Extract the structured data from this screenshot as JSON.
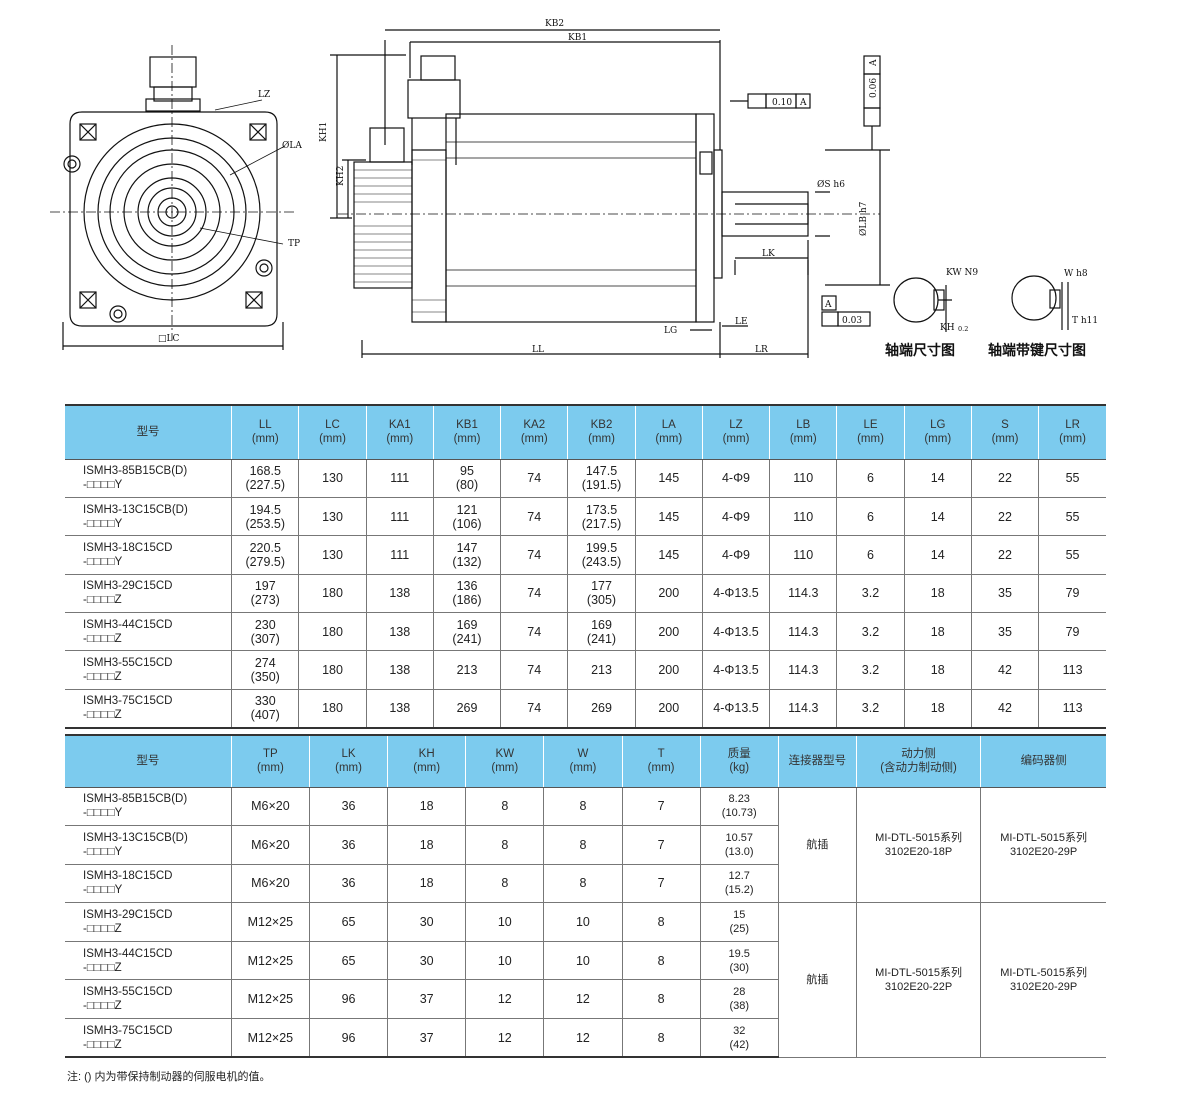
{
  "drawing": {
    "labels": [
      "LZ",
      "ØLA",
      "TP",
      "□LC",
      "KB2",
      "KB1",
      "KH1",
      "KH2",
      "0.10",
      "A",
      "0.06",
      "A",
      "ØS h6",
      "ØLB h7",
      "LK",
      "LL",
      "LG",
      "LE",
      "LR",
      "A",
      "0.03",
      "KW N9",
      "KH",
      "0.2",
      "W h8",
      "T h11"
    ],
    "caption_left": "轴端尺寸图",
    "caption_right": "轴端带键尺寸图"
  },
  "table1": {
    "headers": [
      {
        "n": "型号",
        "u": ""
      },
      {
        "n": "LL",
        "u": "(mm)"
      },
      {
        "n": "LC",
        "u": "(mm)"
      },
      {
        "n": "KA1",
        "u": "(mm)"
      },
      {
        "n": "KB1",
        "u": "(mm)"
      },
      {
        "n": "KA2",
        "u": "(mm)"
      },
      {
        "n": "KB2",
        "u": "(mm)"
      },
      {
        "n": "LA",
        "u": "(mm)"
      },
      {
        "n": "LZ",
        "u": "(mm)"
      },
      {
        "n": "LB",
        "u": "(mm)"
      },
      {
        "n": "LE",
        "u": "(mm)"
      },
      {
        "n": "LG",
        "u": "(mm)"
      },
      {
        "n": "S",
        "u": "(mm)"
      },
      {
        "n": "LR",
        "u": "(mm)"
      }
    ],
    "rows": [
      {
        "model": [
          "ISMH3-85B15CB(D)",
          "-□□□□Y"
        ],
        "cells": [
          [
            "168.5",
            "(227.5)"
          ],
          [
            "130"
          ],
          [
            "111"
          ],
          [
            "95",
            "(80)"
          ],
          [
            "74"
          ],
          [
            "147.5",
            "(191.5)"
          ],
          [
            "145"
          ],
          [
            "4-Φ9"
          ],
          [
            "110"
          ],
          [
            "6"
          ],
          [
            "14"
          ],
          [
            "22"
          ],
          [
            "55"
          ]
        ]
      },
      {
        "model": [
          "ISMH3-13C15CB(D)",
          "-□□□□Y"
        ],
        "cells": [
          [
            "194.5",
            "(253.5)"
          ],
          [
            "130"
          ],
          [
            "111"
          ],
          [
            "121",
            "(106)"
          ],
          [
            "74"
          ],
          [
            "173.5",
            "(217.5)"
          ],
          [
            "145"
          ],
          [
            "4-Φ9"
          ],
          [
            "110"
          ],
          [
            "6"
          ],
          [
            "14"
          ],
          [
            "22"
          ],
          [
            "55"
          ]
        ]
      },
      {
        "model": [
          "ISMH3-18C15CD",
          "-□□□□Y"
        ],
        "cells": [
          [
            "220.5",
            "(279.5)"
          ],
          [
            "130"
          ],
          [
            "111"
          ],
          [
            "147",
            "(132)"
          ],
          [
            "74"
          ],
          [
            "199.5",
            "(243.5)"
          ],
          [
            "145"
          ],
          [
            "4-Φ9"
          ],
          [
            "110"
          ],
          [
            "6"
          ],
          [
            "14"
          ],
          [
            "22"
          ],
          [
            "55"
          ]
        ]
      },
      {
        "model": [
          "ISMH3-29C15CD",
          "-□□□□Z"
        ],
        "cells": [
          [
            "197",
            "(273)"
          ],
          [
            "180"
          ],
          [
            "138"
          ],
          [
            "136",
            "(186)"
          ],
          [
            "74"
          ],
          [
            "177",
            "(305)"
          ],
          [
            "200"
          ],
          [
            "4-Φ13.5"
          ],
          [
            "114.3"
          ],
          [
            "3.2"
          ],
          [
            "18"
          ],
          [
            "35"
          ],
          [
            "79"
          ]
        ]
      },
      {
        "model": [
          "ISMH3-44C15CD",
          "-□□□□Z"
        ],
        "cells": [
          [
            "230",
            "(307)"
          ],
          [
            "180"
          ],
          [
            "138"
          ],
          [
            "169",
            "(241)"
          ],
          [
            "74"
          ],
          [
            "169",
            "(241)"
          ],
          [
            "200"
          ],
          [
            "4-Φ13.5"
          ],
          [
            "114.3"
          ],
          [
            "3.2"
          ],
          [
            "18"
          ],
          [
            "35"
          ],
          [
            "79"
          ]
        ]
      },
      {
        "model": [
          "ISMH3-55C15CD",
          "-□□□□Z"
        ],
        "cells": [
          [
            "274",
            "(350)"
          ],
          [
            "180"
          ],
          [
            "138"
          ],
          [
            "213"
          ],
          [
            "74"
          ],
          [
            "213"
          ],
          [
            "200"
          ],
          [
            "4-Φ13.5"
          ],
          [
            "114.3"
          ],
          [
            "3.2"
          ],
          [
            "18"
          ],
          [
            "42"
          ],
          [
            "113"
          ]
        ]
      },
      {
        "model": [
          "ISMH3-75C15CD",
          "-□□□□Z"
        ],
        "cells": [
          [
            "330",
            "(407)"
          ],
          [
            "180"
          ],
          [
            "138"
          ],
          [
            "269"
          ],
          [
            "74"
          ],
          [
            "269"
          ],
          [
            "200"
          ],
          [
            "4-Φ13.5"
          ],
          [
            "114.3"
          ],
          [
            "3.2"
          ],
          [
            "18"
          ],
          [
            "42"
          ],
          [
            "113"
          ]
        ]
      }
    ]
  },
  "table2": {
    "headers": [
      {
        "n": "型号",
        "u": ""
      },
      {
        "n": "TP",
        "u": "(mm)"
      },
      {
        "n": "LK",
        "u": "(mm)"
      },
      {
        "n": "KH",
        "u": "(mm)"
      },
      {
        "n": "KW",
        "u": "(mm)"
      },
      {
        "n": "W",
        "u": "(mm)"
      },
      {
        "n": "T",
        "u": "(mm)"
      },
      {
        "n": "质量",
        "u": "(kg)"
      },
      {
        "n": "连接器型号",
        "u": ""
      },
      {
        "n": "动力侧",
        "u": "(含动力制动侧)"
      },
      {
        "n": "编码器侧",
        "u": ""
      }
    ],
    "rows": [
      {
        "model": [
          "ISMH3-85B15CB(D)",
          "-□□□□Y"
        ],
        "cells": [
          [
            "M6×20"
          ],
          [
            "36"
          ],
          [
            "18"
          ],
          [
            "8"
          ],
          [
            "8"
          ],
          [
            "7"
          ],
          [
            "8.23",
            "(10.73)"
          ]
        ]
      },
      {
        "model": [
          "ISMH3-13C15CB(D)",
          "-□□□□Y"
        ],
        "cells": [
          [
            "M6×20"
          ],
          [
            "36"
          ],
          [
            "18"
          ],
          [
            "8"
          ],
          [
            "8"
          ],
          [
            "7"
          ],
          [
            "10.57",
            "(13.0)"
          ]
        ]
      },
      {
        "model": [
          "ISMH3-18C15CD",
          "-□□□□Y"
        ],
        "cells": [
          [
            "M6×20"
          ],
          [
            "36"
          ],
          [
            "18"
          ],
          [
            "8"
          ],
          [
            "8"
          ],
          [
            "7"
          ],
          [
            "12.7",
            "(15.2)"
          ]
        ]
      },
      {
        "model": [
          "ISMH3-29C15CD",
          "-□□□□Z"
        ],
        "cells": [
          [
            "M12×25"
          ],
          [
            "65"
          ],
          [
            "30"
          ],
          [
            "10"
          ],
          [
            "10"
          ],
          [
            "8"
          ],
          [
            "15",
            "(25)"
          ]
        ]
      },
      {
        "model": [
          "ISMH3-44C15CD",
          "-□□□□Z"
        ],
        "cells": [
          [
            "M12×25"
          ],
          [
            "65"
          ],
          [
            "30"
          ],
          [
            "10"
          ],
          [
            "10"
          ],
          [
            "8"
          ],
          [
            "19.5",
            "(30)"
          ]
        ]
      },
      {
        "model": [
          "ISMH3-55C15CD",
          "-□□□□Z"
        ],
        "cells": [
          [
            "M12×25"
          ],
          [
            "96"
          ],
          [
            "37"
          ],
          [
            "12"
          ],
          [
            "12"
          ],
          [
            "8"
          ],
          [
            "28",
            "(38)"
          ]
        ]
      },
      {
        "model": [
          "ISMH3-75C15CD",
          "-□□□□Z"
        ],
        "cells": [
          [
            "M12×25"
          ],
          [
            "96"
          ],
          [
            "37"
          ],
          [
            "12"
          ],
          [
            "12"
          ],
          [
            "8"
          ],
          [
            "32",
            "(42)"
          ]
        ]
      }
    ],
    "groups": [
      {
        "rowspan": 3,
        "connector": "航插",
        "power": [
          "MI-DTL-5015系列",
          "3102E20-18P"
        ],
        "encoder": [
          "MI-DTL-5015系列",
          "3102E20-29P"
        ]
      },
      {
        "rowspan": 4,
        "connector": "航插",
        "power": [
          "MI-DTL-5015系列",
          "3102E20-22P"
        ],
        "encoder": [
          "MI-DTL-5015系列",
          "3102E20-29P"
        ]
      }
    ]
  },
  "note": "注:   () 内为带保持制动器的伺服电机的值。"
}
